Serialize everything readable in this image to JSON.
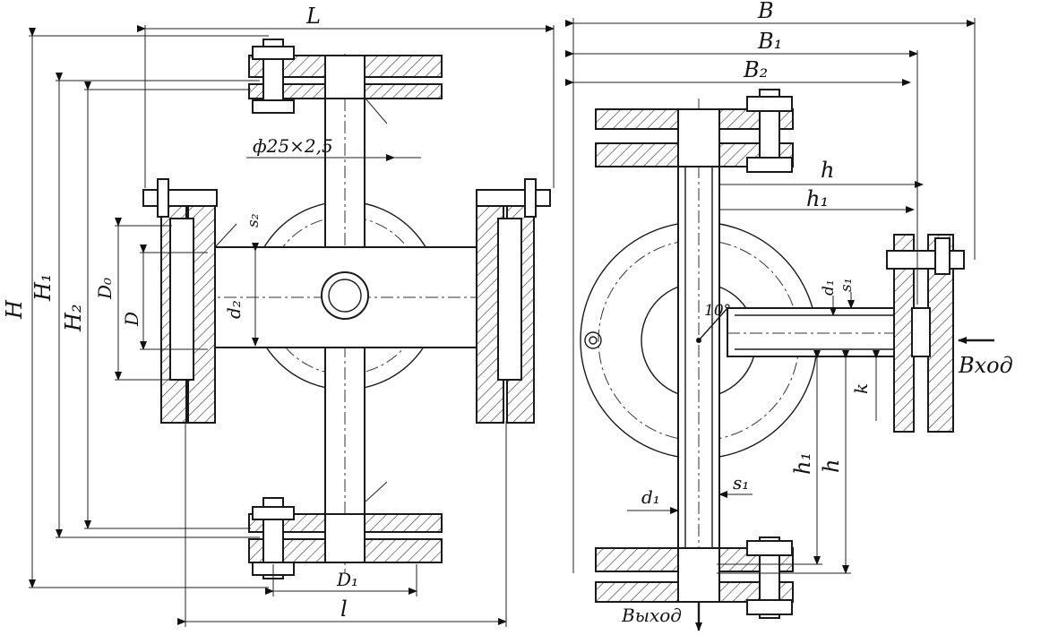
{
  "labels": {
    "L": "L",
    "H": "H",
    "H1": "H₁",
    "H2": "H₂",
    "D0": "D₀",
    "D": "D",
    "d2": "d₂",
    "s2": "s₂",
    "tube": "ф25×2,5",
    "D1": "D₁",
    "l": "l",
    "B": "B",
    "B1": "B₁",
    "B2": "B₂",
    "h_top": "h",
    "h1_top": "h₁",
    "d1_right": "d₁",
    "s1_right": "s₁",
    "angle": "10°",
    "inlet": "Вход",
    "k": "k",
    "h1_bottom": "h₁",
    "h_bottom": "h",
    "d1_bottom": "d₁",
    "s1_bottom": "s₁",
    "outlet": "Выход"
  }
}
